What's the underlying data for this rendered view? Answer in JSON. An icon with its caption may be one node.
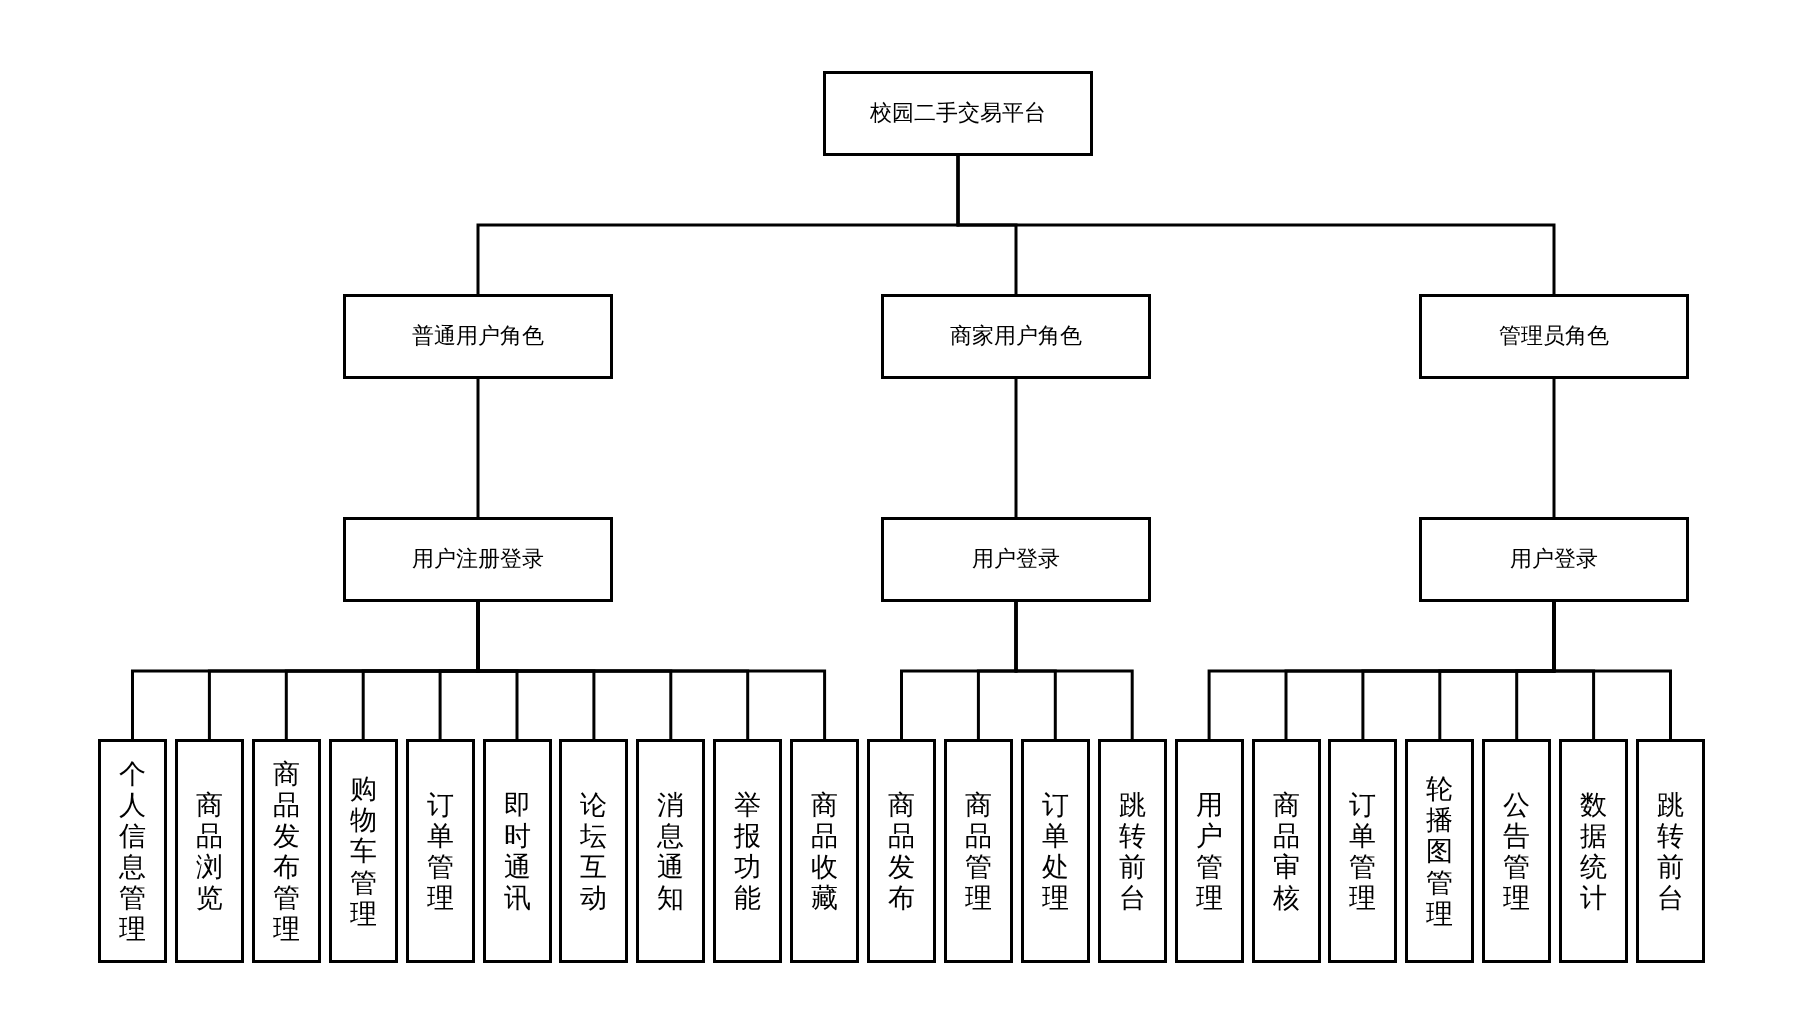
{
  "diagram": {
    "nodes": [
      {
        "text": [
          "校园二手交易平台"
        ]
      },
      {
        "text": [
          "普通用户角色"
        ]
      },
      {
        "text": [
          "商家用户角色"
        ]
      },
      {
        "text": [
          "管理员角色"
        ]
      },
      {
        "text": [
          "用户注册登录"
        ]
      },
      {
        "text": [
          "用户登录"
        ]
      },
      {
        "text": [
          "用户登录"
        ]
      },
      {
        "text": [
          "个人信息管理"
        ]
      },
      {
        "text": [
          "商品浏览"
        ]
      },
      {
        "text": [
          "商品发布管理"
        ]
      },
      {
        "text": [
          "购物车管理"
        ]
      },
      {
        "text": [
          "订单管理"
        ]
      },
      {
        "text": [
          "即时通讯"
        ]
      },
      {
        "text": [
          "论坛互动"
        ]
      },
      {
        "text": [
          "消息通知"
        ]
      },
      {
        "text": [
          "举报功能"
        ]
      },
      {
        "text": [
          "商品收藏"
        ]
      },
      {
        "text": [
          "商品发布"
        ]
      },
      {
        "text": [
          "商品管理"
        ]
      },
      {
        "text": [
          "订单处理"
        ]
      },
      {
        "text": [
          "跳转前台"
        ]
      },
      {
        "text": [
          "用户管理"
        ]
      },
      {
        "text": [
          "商品审核"
        ]
      },
      {
        "text": [
          "订单管理"
        ]
      },
      {
        "text": [
          "轮播图管理"
        ]
      },
      {
        "text": [
          "公告管理"
        ]
      },
      {
        "text": [
          "数据统计"
        ]
      },
      {
        "text": [
          "跳转前台"
        ]
      }
    ],
    "edges": [
      {
        "from": 0,
        "to": 1,
        "arrow": "none"
      },
      {
        "from": 0,
        "to": 2,
        "arrow": "none"
      },
      {
        "from": 0,
        "to": 3,
        "arrow": "none"
      },
      {
        "from": 1,
        "to": 4,
        "arrow": "none"
      },
      {
        "from": 2,
        "to": 5,
        "arrow": "none"
      },
      {
        "from": 3,
        "to": 6,
        "arrow": "none"
      },
      {
        "from": 4,
        "to": 7,
        "arrow": "none"
      },
      {
        "from": 4,
        "to": 8,
        "arrow": "none"
      },
      {
        "from": 4,
        "to": 9,
        "arrow": "none"
      },
      {
        "from": 4,
        "to": 10,
        "arrow": "none"
      },
      {
        "from": 4,
        "to": 11,
        "arrow": "none"
      },
      {
        "from": 4,
        "to": 12,
        "arrow": "none"
      },
      {
        "from": 4,
        "to": 13,
        "arrow": "none"
      },
      {
        "from": 4,
        "to": 14,
        "arrow": "none"
      },
      {
        "from": 4,
        "to": 15,
        "arrow": "none"
      },
      {
        "from": 4,
        "to": 16,
        "arrow": "none"
      },
      {
        "from": 5,
        "to": 17,
        "arrow": "none"
      },
      {
        "from": 5,
        "to": 18,
        "arrow": "none"
      },
      {
        "from": 5,
        "to": 19,
        "arrow": "none"
      },
      {
        "from": 5,
        "to": 20,
        "arrow": "none"
      },
      {
        "from": 6,
        "to": 21,
        "arrow": "none"
      },
      {
        "from": 6,
        "to": 22,
        "arrow": "none"
      },
      {
        "from": 6,
        "to": 23,
        "arrow": "none"
      },
      {
        "from": 6,
        "to": 24,
        "arrow": "none"
      },
      {
        "from": 6,
        "to": 25,
        "arrow": "none"
      },
      {
        "from": 6,
        "to": 26,
        "arrow": "none"
      },
      {
        "from": 6,
        "to": 27,
        "arrow": "none"
      }
    ]
  }
}
